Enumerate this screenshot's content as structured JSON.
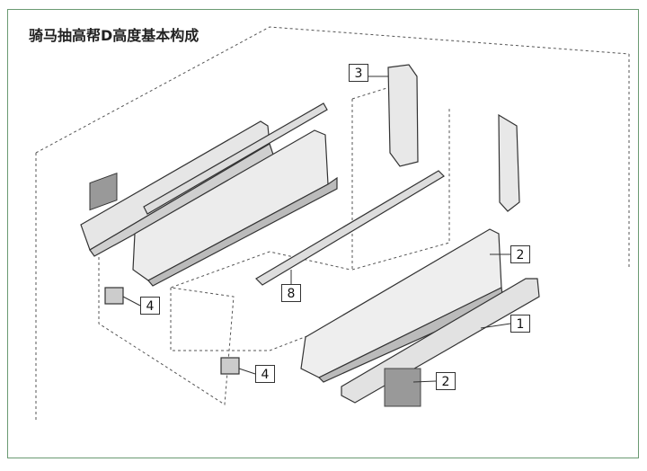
{
  "title": "骑马抽高帮D高度基本构成",
  "callouts": [
    {
      "id": "rear-bracket",
      "text": "3"
    },
    {
      "id": "side-panel",
      "text": "2"
    },
    {
      "id": "runner",
      "text": "1"
    },
    {
      "id": "gallery-rail",
      "text": "8"
    },
    {
      "id": "front-fixing-upper",
      "text": "4"
    },
    {
      "id": "front-fixing-lower",
      "text": "4"
    },
    {
      "id": "cover-cap",
      "text": "2"
    }
  ]
}
